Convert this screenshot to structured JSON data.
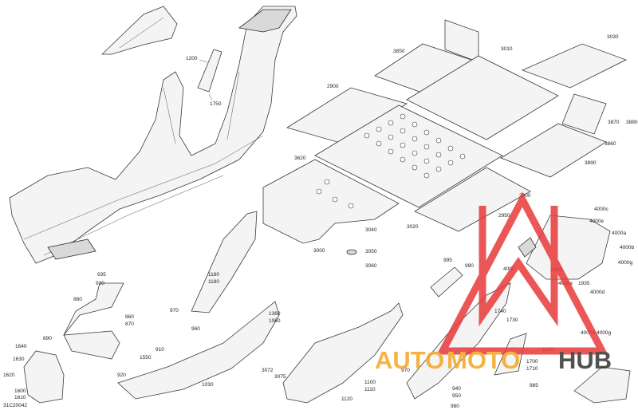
{
  "diagram": {
    "reference_code": "31C20042",
    "callouts": {
      "c1200": "1200",
      "c1750": "1750",
      "c3850": "3850",
      "c3010": "3010",
      "c3030": "3030",
      "c2900a": "2900",
      "c3870": "3870",
      "c3880": "3880",
      "c3860": "3860",
      "c3890": "3890",
      "c3620": "3620",
      "c2900b": "2900",
      "c2950": "2950",
      "c3040": "3040",
      "c3020": "3020",
      "c3000": "3000",
      "c3050": "3050",
      "c3060": "3060",
      "c4000c": "4000c",
      "c4000e": "4000e",
      "c4000a": "4000a",
      "c4000b": "4000b",
      "c4000f": "4000f",
      "c4000g": "4000g",
      "c4000d": "4000d",
      "c1934": "1934",
      "c4000": "4000",
      "c4000e2": "4000e",
      "c1935": "1935",
      "c4000h": "4000h",
      "c4000g2": "4000g",
      "c995": "995",
      "c990": "990",
      "c1740": "1740",
      "c1730": "1730",
      "c1120b": "1120",
      "c1700": "1700",
      "c1710": "1710",
      "c985": "985",
      "c940": "940",
      "c950": "950",
      "c980": "980",
      "c970b": "970",
      "c1160": "1160",
      "c1180": "1180",
      "c970": "970",
      "c960": "960",
      "c1360": "1360",
      "c1060": "1060",
      "c1030": "1030",
      "c935": "935",
      "c930": "930",
      "c880": "880",
      "c860": "860",
      "c870": "870",
      "c890": "890",
      "c1550": "1550",
      "c910": "910",
      "c920": "920",
      "c1640": "1640",
      "c1630": "1630",
      "c1620": "1620",
      "c1600": "1600",
      "c1610": "1610",
      "c3072": "3072",
      "c3075": "3075",
      "c1100": "1100",
      "c1110": "1110",
      "c1120": "1120"
    }
  },
  "watermark": {
    "text_auto": "AUTO",
    "text_moto": "MOTO",
    "text_hub": "HUB",
    "color_primary": "#e83a3a",
    "color_accent": "#f5a623",
    "color_dark": "#333333"
  }
}
